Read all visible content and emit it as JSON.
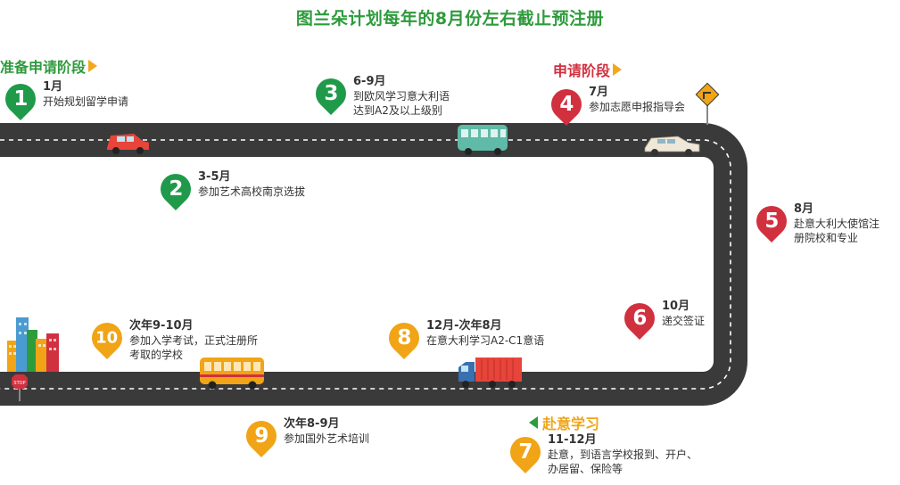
{
  "title": "图兰朵计划每年的8月份左右截止预注册",
  "phases": {
    "prepare": "准备申请阶段",
    "apply": "申请阶段",
    "study": "赴意学习"
  },
  "colors": {
    "green": "#1f9a4a",
    "red": "#d1303f",
    "orange": "#f0a416",
    "road": "#3a3a3a"
  },
  "steps": [
    {
      "num": "1",
      "date": "1月",
      "desc": "开始规划留学申请",
      "color": "green"
    },
    {
      "num": "2",
      "date": "3-5月",
      "desc": "参加艺术高校南京选拔",
      "color": "green"
    },
    {
      "num": "3",
      "date": "6-9月",
      "desc": "到欧风学习意大利语\n达到A2及以上级别",
      "color": "green"
    },
    {
      "num": "4",
      "date": "7月",
      "desc": "参加志愿申报指导会",
      "color": "red"
    },
    {
      "num": "5",
      "date": "8月",
      "desc": "赴意大利大使馆注\n册院校和专业",
      "color": "red"
    },
    {
      "num": "6",
      "date": "10月",
      "desc": "递交签证",
      "color": "red"
    },
    {
      "num": "7",
      "date": "11-12月",
      "desc": "赴意，到语言学校报到、开户、\n办居留、保险等",
      "color": "orange"
    },
    {
      "num": "8",
      "date": "12月-次年8月",
      "desc": "在意大利学习A2-C1意语",
      "color": "orange"
    },
    {
      "num": "9",
      "date": "次年8-9月",
      "desc": "参加国外艺术培训",
      "color": "orange"
    },
    {
      "num": "10",
      "date": "次年9-10月",
      "desc": "参加入学考试，正式注册所\n考取的学校",
      "color": "orange"
    }
  ],
  "stop_sign": "STOP"
}
